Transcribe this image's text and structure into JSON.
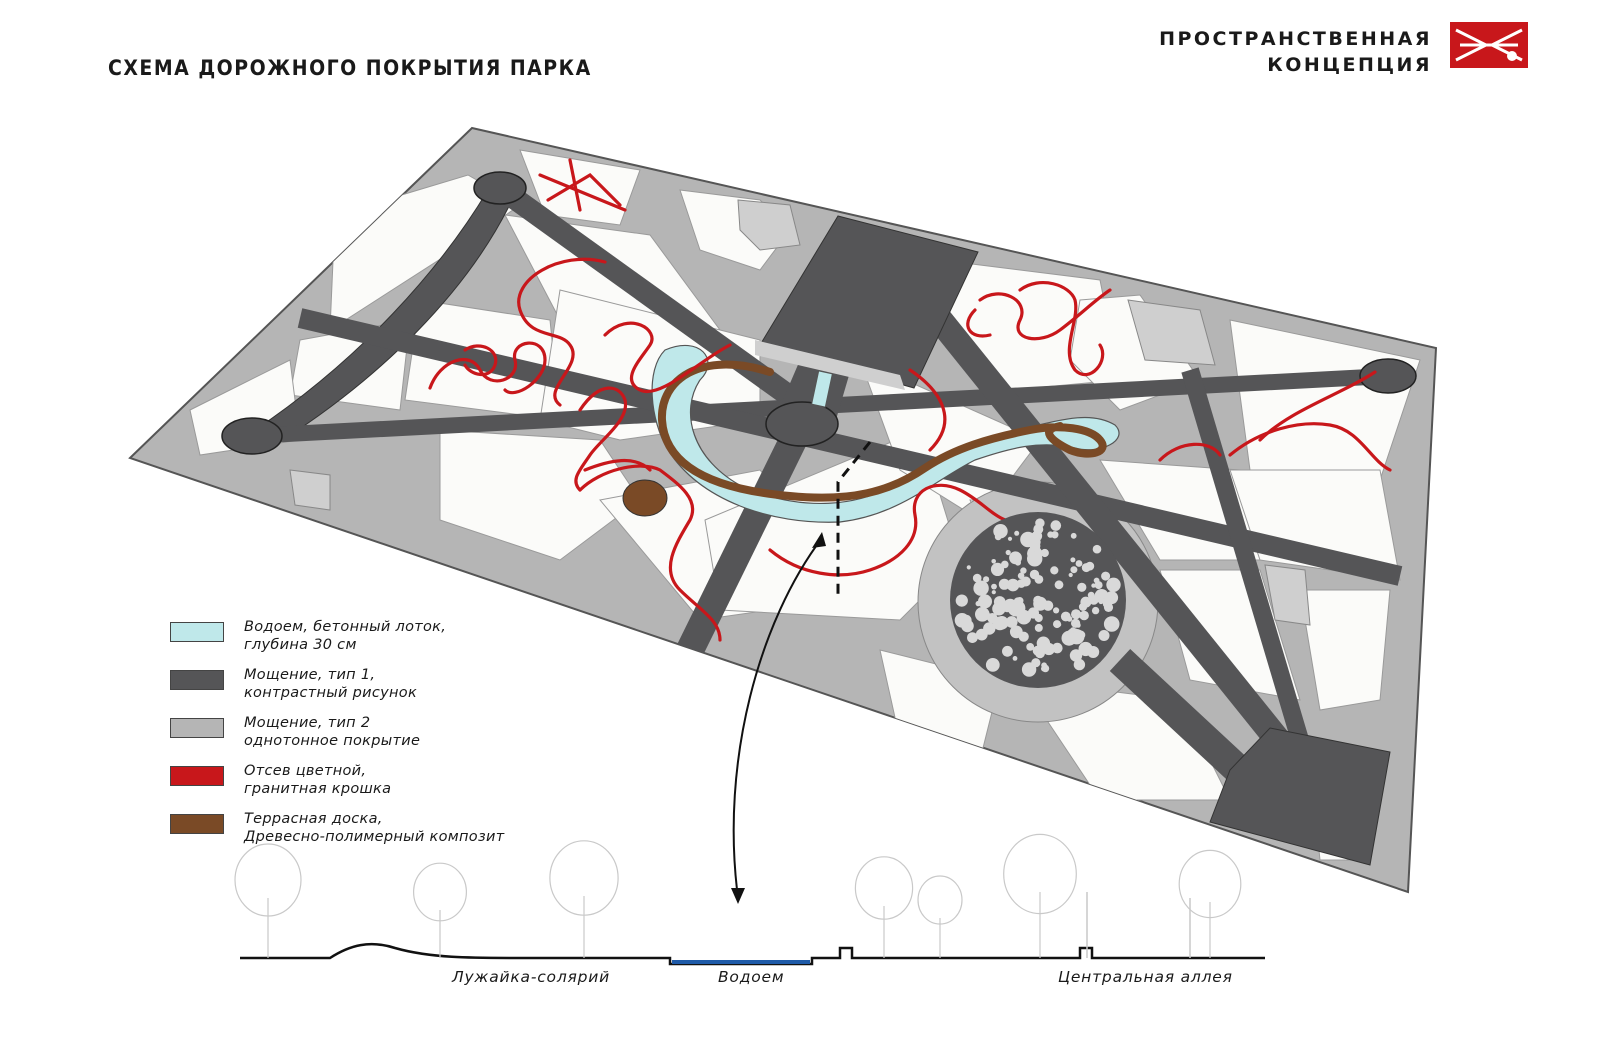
{
  "header": {
    "title": "СХЕМА ДОРОЖНОГО ПОКРЫТИЯ ПАРКА",
    "brand_line1": "ПРОСТРАНСТВЕННАЯ",
    "brand_line2": "КОНЦЕПЦИЯ"
  },
  "colors": {
    "water": "#bfe8ea",
    "paving1": "#555557",
    "paving2": "#b5b5b5",
    "gravel": "#c8171b",
    "deck": "#7a4a26",
    "lawn": "#fbfbf9",
    "brand_red": "#c8171b"
  },
  "legend": [
    {
      "line1": "Водоем, бетонный лоток,",
      "line2": "глубина 30 см",
      "color_key": "water"
    },
    {
      "line1": "Мощение, тип 1,",
      "line2": "контрастный рисунок",
      "color_key": "paving1"
    },
    {
      "line1": "Мощение, тип 2",
      "line2": "однотонное покрытие",
      "color_key": "paving2"
    },
    {
      "line1": "Отсев цветной,",
      "line2": "гранитная крошка",
      "color_key": "gravel"
    },
    {
      "line1": "Террасная доска,",
      "line2": "Древесно-полимерный композит",
      "color_key": "deck"
    }
  ],
  "section": {
    "labels": [
      "Лужайка-солярий",
      "Водоем",
      "Центральная аллея"
    ]
  },
  "icons": [
    "logo-icon",
    "tree-icon",
    "person-icon",
    "lamp-icon",
    "section-arrow-icon"
  ]
}
